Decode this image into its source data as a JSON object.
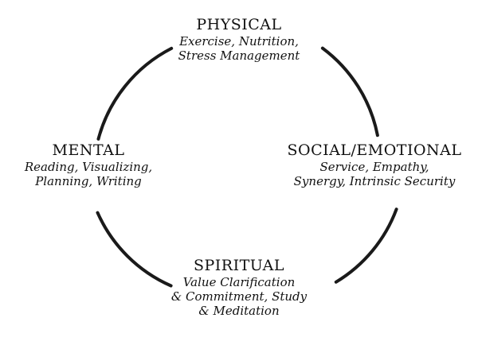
{
  "nodes": {
    "physical": {
      "title": "PHYSICAL",
      "line1": "Exercise, Nutrition,",
      "line2": "Stress Management"
    },
    "mental": {
      "title": "MENTAL",
      "line1": "Reading, Visualizing,",
      "line2": "Planning, Writing"
    },
    "social": {
      "title": "SOCIAL/EMOTIONAL",
      "line1": "Service, Empathy,",
      "line2": "Synergy, Intrinsic Security"
    },
    "spiritual": {
      "title": "SPIRITUAL",
      "line1": "Value Clarification",
      "line2": "& Commitment, Study",
      "line3": "& Meditation"
    }
  },
  "colors": {
    "arc": "#1a1a1a",
    "text": "#111111",
    "background": "#ffffff"
  }
}
